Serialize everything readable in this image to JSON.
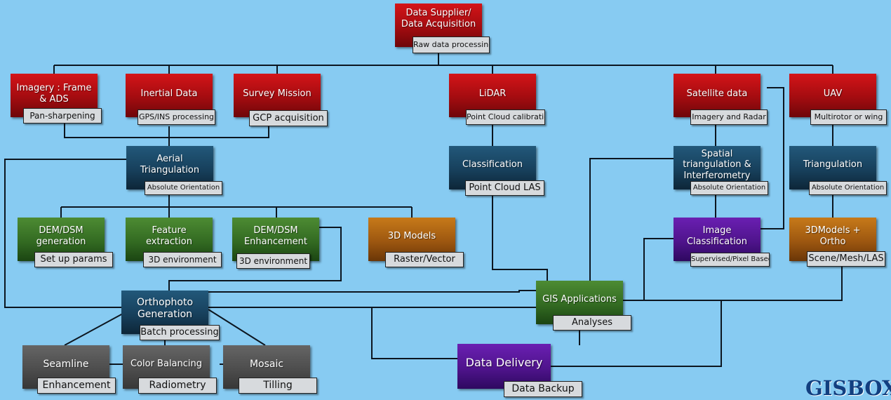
{
  "diagram": {
    "supplier": {
      "title": "Data Supplier/ Data Acquisition",
      "sub": "Raw data processing"
    },
    "imagery": {
      "title": "Imagery : Frame & ADS",
      "sub": "Pan-sharpening"
    },
    "inertial": {
      "title": "Inertial Data",
      "sub": "GPS/INS processing"
    },
    "survey": {
      "title": "Survey Mission",
      "sub": "GCP acquisition"
    },
    "lidar": {
      "title": "LiDAR",
      "sub": "Point Cloud calibration"
    },
    "satellite": {
      "title": "Satellite data",
      "sub": "Imagery and Radar"
    },
    "uav": {
      "title": "UAV",
      "sub": "Multirotor or wing"
    },
    "aerial_tri": {
      "title": "Aerial Triangulation",
      "sub": "Absolute Orientation"
    },
    "classification": {
      "title": "Classification",
      "sub": "Point Cloud LAS"
    },
    "spatial_tri": {
      "title": "Spatial triangulation & Interferometry",
      "sub": "Absolute Orientation"
    },
    "uav_tri": {
      "title": "Triangulation",
      "sub": "Absolute Orientation"
    },
    "dem_gen": {
      "title": "DEM/DSM generation",
      "sub": "Set up params"
    },
    "feature": {
      "title": "Feature extraction",
      "sub": "3D environment"
    },
    "dem_enh": {
      "title": "DEM/DSM Enhancement",
      "sub": "3D environment"
    },
    "models3d": {
      "title": "3D Models",
      "sub": "Raster/Vector"
    },
    "image_class": {
      "title": "Image Classification",
      "sub": "Supervised/Pixel Based"
    },
    "models_ortho": {
      "title": "3DModels + Ortho",
      "sub": "Scene/Mesh/LAS"
    },
    "ortho": {
      "title": "Orthophoto Generation",
      "sub": "Batch processing"
    },
    "gis": {
      "title": "GIS Applications",
      "sub": "Analyses"
    },
    "seamline": {
      "title": "Seamline",
      "sub": "Enhancement"
    },
    "color_bal": {
      "title": "Color Balancing",
      "sub": "Radiometry"
    },
    "mosaic": {
      "title": "Mosaic",
      "sub": "Tilling"
    },
    "delivery": {
      "title": "Data Delivery",
      "sub": "Data Backup"
    }
  },
  "logo": {
    "text": "GISBOX"
  },
  "colors": {
    "background": "#87cbf2",
    "red": "#c01014",
    "navy": "#1b4a6b",
    "green": "#3f7a2a",
    "orange": "#b06515",
    "purple": "#5a189c",
    "gray": "#555555"
  }
}
